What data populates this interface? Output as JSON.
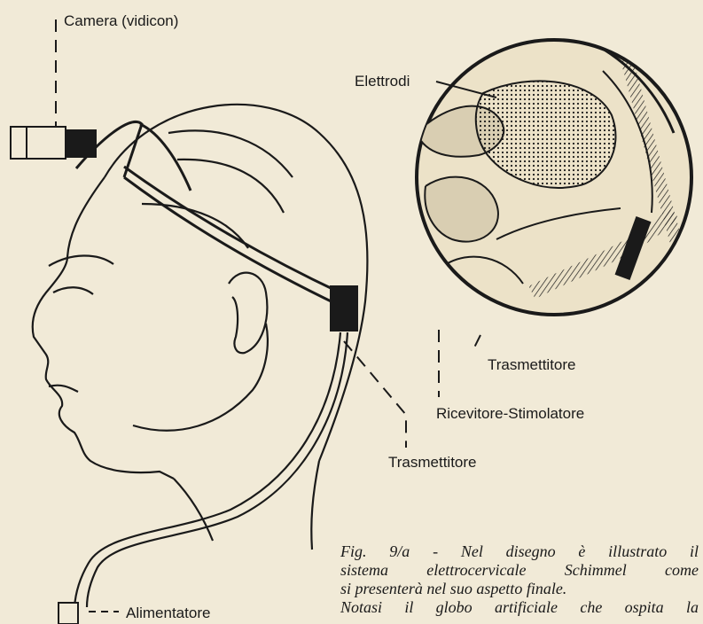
{
  "labels": {
    "camera": "Camera (vidicon)",
    "electrodes": "Elettrodi",
    "transmitter_inset": "Trasmettitore",
    "receiver": "Ricevitore-Stimolatore",
    "transmitter_head": "Trasmettitore",
    "power_supply": "Alimentatore"
  },
  "caption": {
    "line1": "Fig. 9/a - Nel disegno è illustrato il",
    "line2": "sistema elettrocervicale Schimmel come",
    "line3": "si presenterà nel suo aspetto finale.",
    "line4": "Notasi il globo artificiale che ospita la"
  },
  "colors": {
    "paper": "#f1ead7",
    "ink": "#1a1a1a"
  }
}
